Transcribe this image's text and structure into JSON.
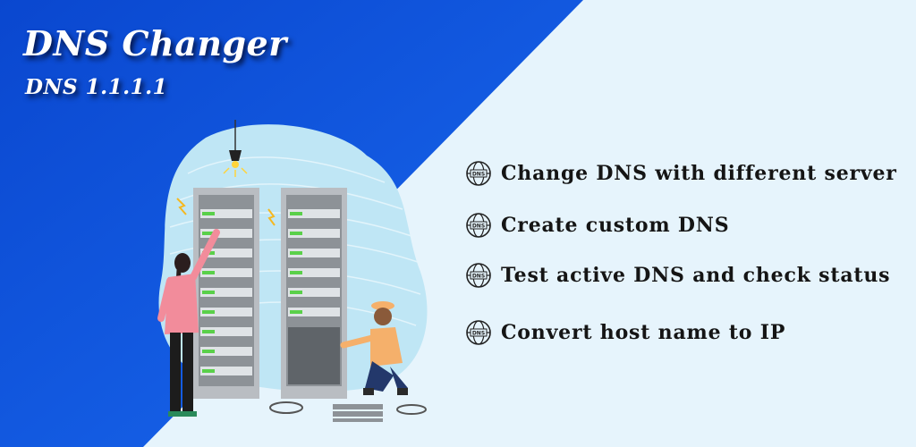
{
  "header": {
    "title": "DNS Changer",
    "subtitle": "DNS 1.1.1.1"
  },
  "features": [
    {
      "label": "Change DNS with different server",
      "icon": "dns-globe-icon"
    },
    {
      "label": "Create custom DNS",
      "icon": "dns-globe-icon"
    },
    {
      "label": "Test active DNS and check status",
      "icon": "dns-globe-icon"
    },
    {
      "label": "Convert host name to IP",
      "icon": "dns-globe-icon"
    }
  ],
  "icon_text": "DNS",
  "colors": {
    "primary_blue": "#0a4fd6",
    "light_background": "#e6f4fc",
    "text_dark": "#151515",
    "server_rack": "#b9bdc2",
    "server_led": "#5ad04a"
  }
}
